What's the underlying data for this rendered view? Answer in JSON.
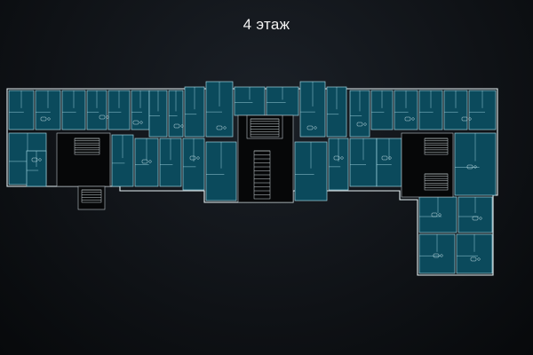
{
  "floor_label": "4 этаж",
  "colors": {
    "apartment_fill": "#0b4a5c",
    "apartment_outline": "#9fd3e0",
    "core_fill": "#060708",
    "background": "#0f1216"
  },
  "plan": {
    "kind": "floor-plan",
    "apartment_count": 32
  }
}
